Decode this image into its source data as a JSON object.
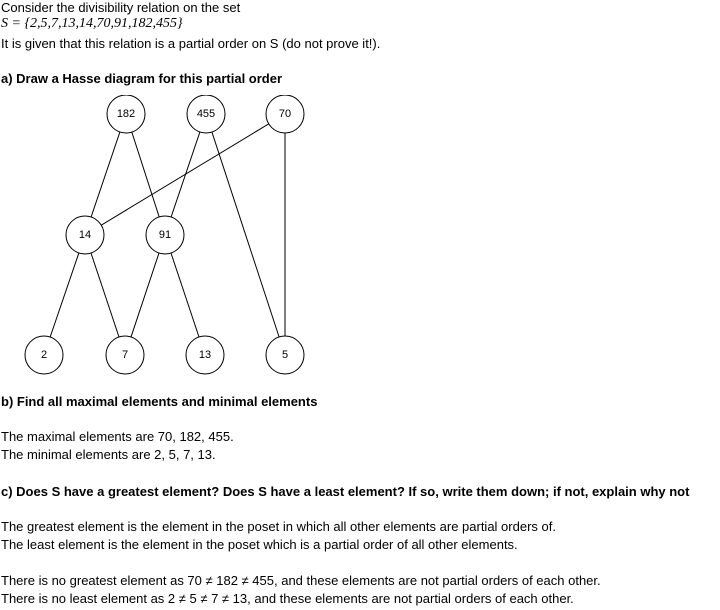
{
  "intro": {
    "line1": "Consider the divisibility relation on the set",
    "set_expr": "S = {2,5,7,13,14,70,91,182,455}",
    "line3": "It is given that this relation is a partial order on S (do not prove it!)."
  },
  "part_a": {
    "heading": "a) Draw a Hasse diagram for this partial order"
  },
  "diagram": {
    "nodes": {
      "n182": "182",
      "n455": "455",
      "n70": "70",
      "n14": "14",
      "n91": "91",
      "n2": "2",
      "n7": "7",
      "n13": "13",
      "n5": "5"
    }
  },
  "part_b": {
    "heading": "b) Find all maximal elements and minimal elements",
    "maximal": "The maximal elements are 70, 182, 455.",
    "minimal": "The minimal elements are 2, 5, 7, 13."
  },
  "part_c": {
    "heading": "c) Does S have a greatest element? Does S have a least element? If so, write them down; if not, explain why not",
    "def_greatest": "The greatest element is the element in the poset in which all other elements are partial orders of.",
    "def_least": "The least element is the element in the poset which is a partial order of all other elements.",
    "no_greatest": "There is no greatest element as 70 ≠ 182 ≠ 455, and these elements are not partial orders of each other.",
    "no_least": "There is no least element as 2 ≠ 5 ≠ 7 ≠ 13, and these elements are not partial orders of each other."
  }
}
